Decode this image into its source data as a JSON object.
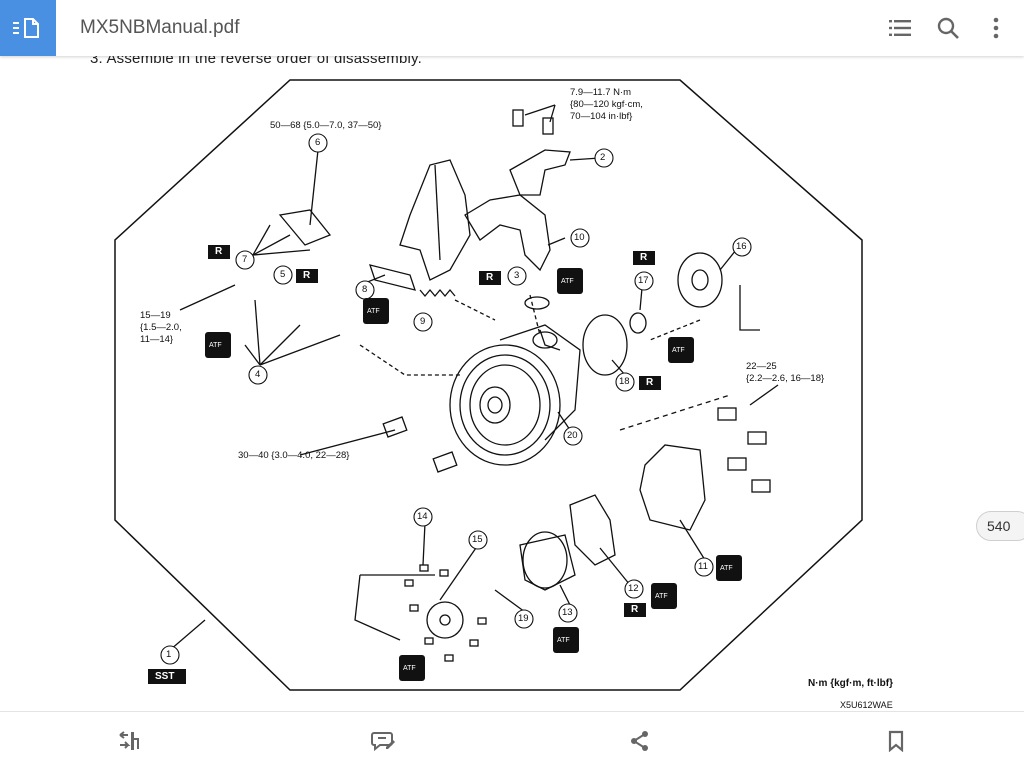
{
  "app": {
    "title": "MX5NBManual.pdf",
    "accent": "#4a90e2"
  },
  "toolbar": {
    "icons": [
      "list-icon",
      "search-icon",
      "more-vert-icon"
    ]
  },
  "document": {
    "step_text": "3. Assemble in the reverse order of disassembly.",
    "page_number": "540",
    "labels": {
      "torque_top_line1": "7.9—11.7 N·m",
      "torque_top_line2": "{80—120 kgf·cm,",
      "torque_top_line3": "70—104 in·lbf}",
      "torque_6": "50—68 {5.0—7.0, 37—50}",
      "torque_left_line1": "15—19",
      "torque_left_line2": "{1.5—2.0,",
      "torque_left_line3": "11—14}",
      "torque_right_line1": "22—25",
      "torque_right_line2": "{2.2—2.6, 16—18}",
      "torque_bottom": "30—40 {3.0—4.0, 22—28}",
      "units": "N·m {kgf·m, ft·lbf}",
      "code": "X5U612WAE",
      "sst": "SST",
      "r_mark": "R",
      "atf_mark": "ATF",
      "n1": "1",
      "n2": "2",
      "n3": "3",
      "n4": "4",
      "n5": "5",
      "n6": "6",
      "n7": "7",
      "n8": "8",
      "n9": "9",
      "n10": "10",
      "n11": "11",
      "n12": "12",
      "n13": "13",
      "n14": "14",
      "n15": "15",
      "n16": "16",
      "n17": "17",
      "n18": "18",
      "n19": "19",
      "n20": "20"
    }
  },
  "bottom": {
    "icons": [
      "reflow-icon",
      "comment-icon",
      "share-icon",
      "bookmark-icon"
    ]
  }
}
